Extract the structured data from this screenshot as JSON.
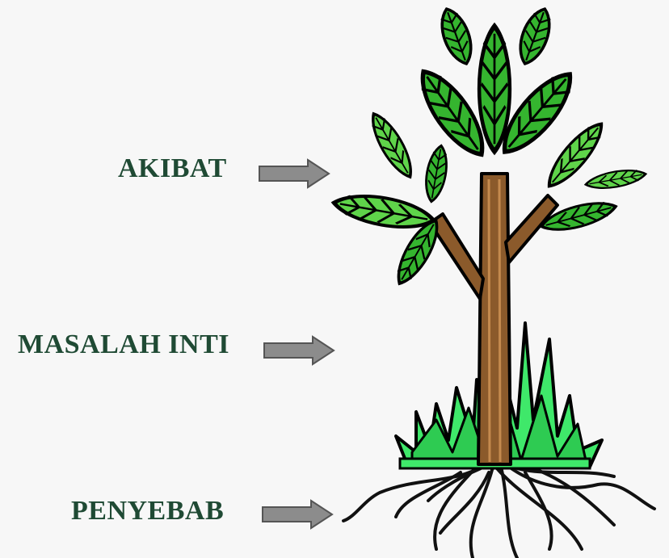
{
  "labels": {
    "effect": "AKIBAT",
    "core_problem": "MASALAH INTI",
    "cause": "PENYEBAB"
  },
  "colors": {
    "label_text": "#1f4a34",
    "arrow_fill": "#8c8c8c",
    "leaf_fill": "#35b52f",
    "leaf_light": "#5fd44a",
    "trunk": "#8b5a2b",
    "grass": "#3fe86a",
    "roots": "#222222",
    "outline": "#000000"
  },
  "icons": [
    "arrow-right-icon",
    "tree-illustration",
    "leaf-icon",
    "grass-icon",
    "roots-icon"
  ]
}
